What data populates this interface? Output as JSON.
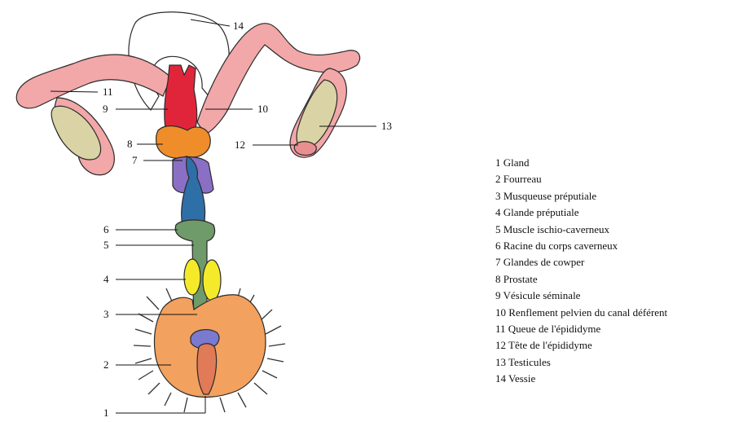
{
  "diagram": {
    "callouts": [
      {
        "id": "14",
        "text": "14"
      },
      {
        "id": "11",
        "text": "11"
      },
      {
        "id": "9",
        "text": "9"
      },
      {
        "id": "10",
        "text": "10"
      },
      {
        "id": "13",
        "text": "13"
      },
      {
        "id": "8",
        "text": "8"
      },
      {
        "id": "12",
        "text": "12"
      },
      {
        "id": "7",
        "text": "7"
      },
      {
        "id": "6",
        "text": "6"
      },
      {
        "id": "5",
        "text": "5"
      },
      {
        "id": "4",
        "text": "4"
      },
      {
        "id": "3",
        "text": "3"
      },
      {
        "id": "2",
        "text": "2"
      },
      {
        "id": "1",
        "text": "1"
      }
    ],
    "colors": {
      "deferent_duct": "#f2a7a8",
      "testis": "#d9d3a6",
      "bladder_outline": "#222222",
      "seminal_vesicle": "#e0253a",
      "prostate": "#ef8d2a",
      "cowper": "#8a6fc4",
      "cavernous": "#2f6fa8",
      "cavernous_root": "#6f9a6a",
      "preputial_gland": "#f5ea2a",
      "sheath": "#f2a15f",
      "glans": "#e07a57",
      "preputial_mucosa": "#7a7ad0"
    }
  },
  "legend": {
    "items": [
      "1 Gland",
      "2 Fourreau",
      "3 Musqueuse préputiale",
      "4 Glande préputiale",
      "5 Muscle ischio-caverneux",
      "6 Racine du corps caverneux",
      "7 Glandes de cowper",
      "8 Prostate",
      "9 Vésicule séminale",
      "10 Renflement pelvien du canal déférent",
      "11 Queue de l'épididyme",
      "12 Tête de l'épididyme",
      "13 Testicules",
      "14 Vessie"
    ]
  }
}
